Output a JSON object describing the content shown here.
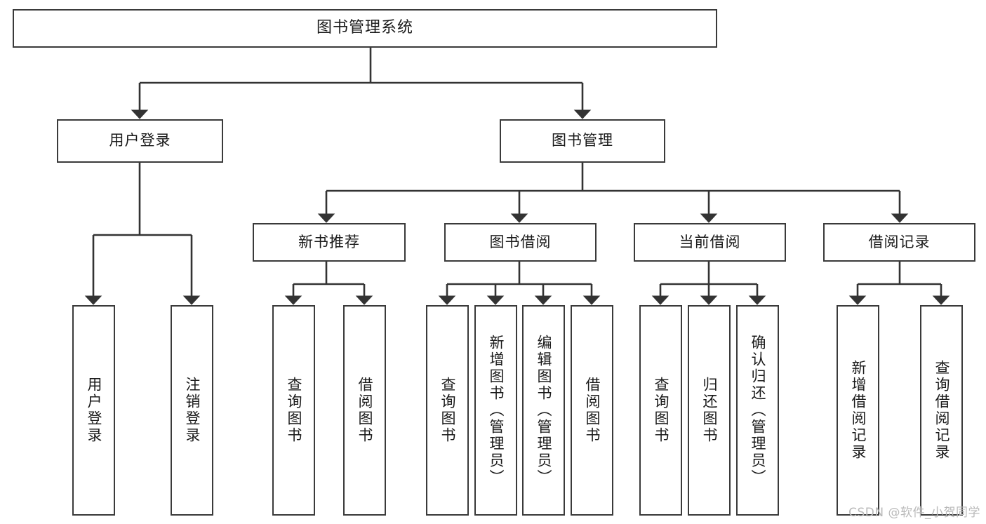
{
  "diagram": {
    "title": "图书管理系统",
    "type": "tree",
    "stroke_color": "#3a3a3a",
    "background_color": "#ffffff",
    "text_color": "#1a1a1a"
  },
  "root": {
    "label": "图书管理系统"
  },
  "level2": [
    {
      "label": "用户登录"
    },
    {
      "label": "图书管理"
    }
  ],
  "level3": [
    {
      "label": "新书推荐"
    },
    {
      "label": "图书借阅"
    },
    {
      "label": "当前借阅"
    },
    {
      "label": "借阅记录"
    }
  ],
  "leaves": {
    "user_login": [
      {
        "label": "用户登录"
      },
      {
        "label": "注销登录"
      }
    ],
    "new_book_recommend": [
      {
        "label": "查询图书"
      },
      {
        "label": "借阅图书"
      }
    ],
    "book_borrow": [
      {
        "label": "查询图书"
      },
      {
        "label": "新增图书（管理员）"
      },
      {
        "label": "编辑图书（管理员）"
      },
      {
        "label": "借阅图书"
      }
    ],
    "current_borrow": [
      {
        "label": "查询图书"
      },
      {
        "label": "归还图书"
      },
      {
        "label": "确认归还（管理员）"
      }
    ],
    "borrow_record": [
      {
        "label": "新增借阅记录"
      },
      {
        "label": "查询借阅记录"
      }
    ]
  },
  "watermark": {
    "text": "CSDN @软件_小贺同学"
  }
}
